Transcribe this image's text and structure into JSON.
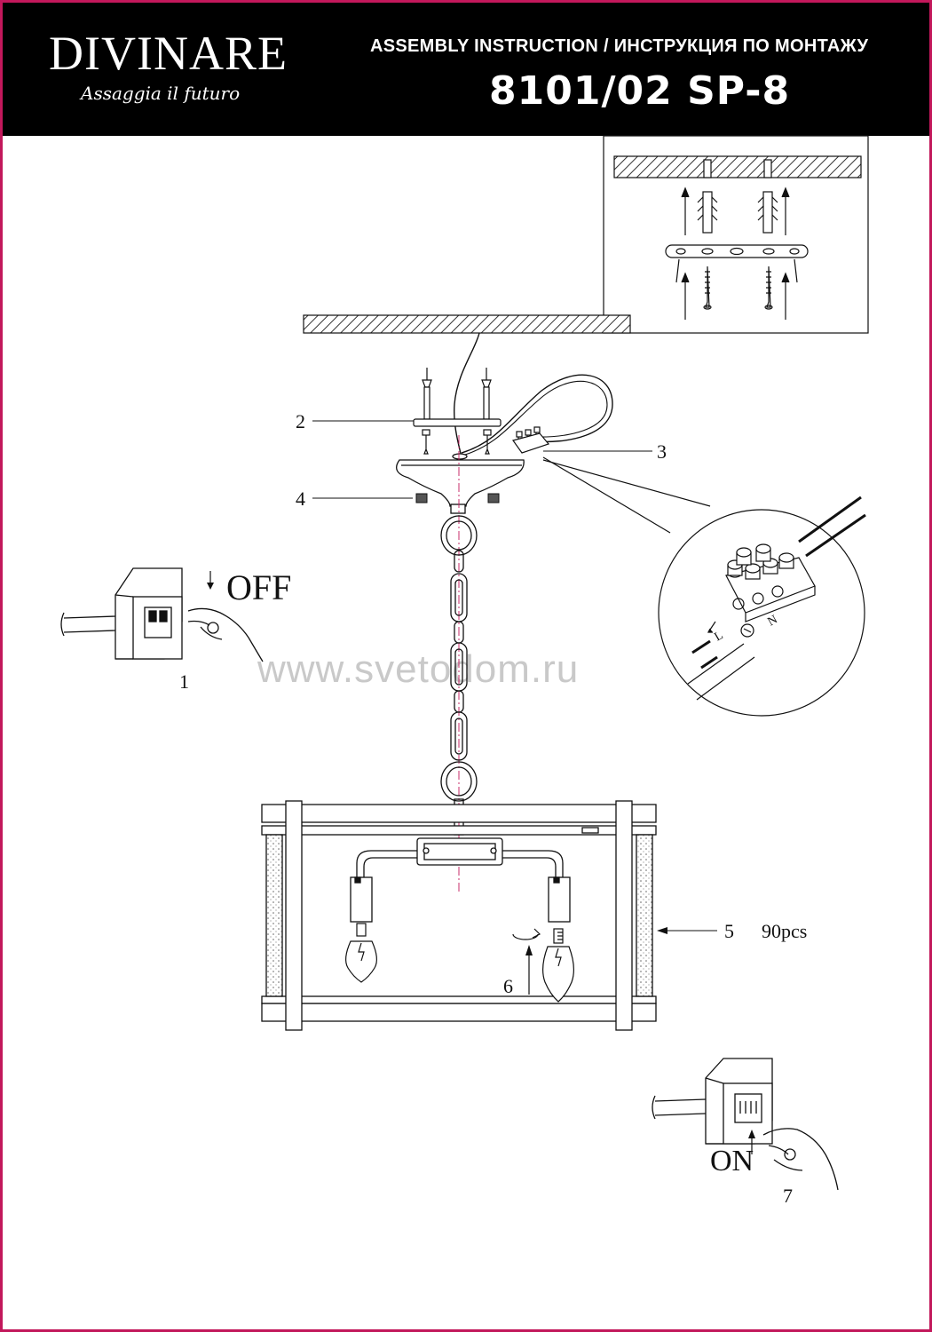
{
  "header": {
    "brand": "DIVINARE",
    "brand_tagline": "Assaggia il futuro",
    "title": "ASSEMBLY INSTRUCTION / ИНСТРУКЦИЯ ПО МОНТАЖУ",
    "model": "8101/02 SP-8"
  },
  "labels": {
    "off": "OFF",
    "on": "ON",
    "step_1": "1",
    "step_2": "2",
    "step_3": "3",
    "step_4": "4",
    "step_5": "5",
    "step_5_qty": "90pcs",
    "step_6": "6",
    "step_7": "7",
    "terminal_l": "L",
    "terminal_n": "N"
  },
  "watermark": "www.svetodom.ru",
  "colors": {
    "header_bg": "#000000",
    "frame": "#c2185b",
    "line": "#111111"
  }
}
